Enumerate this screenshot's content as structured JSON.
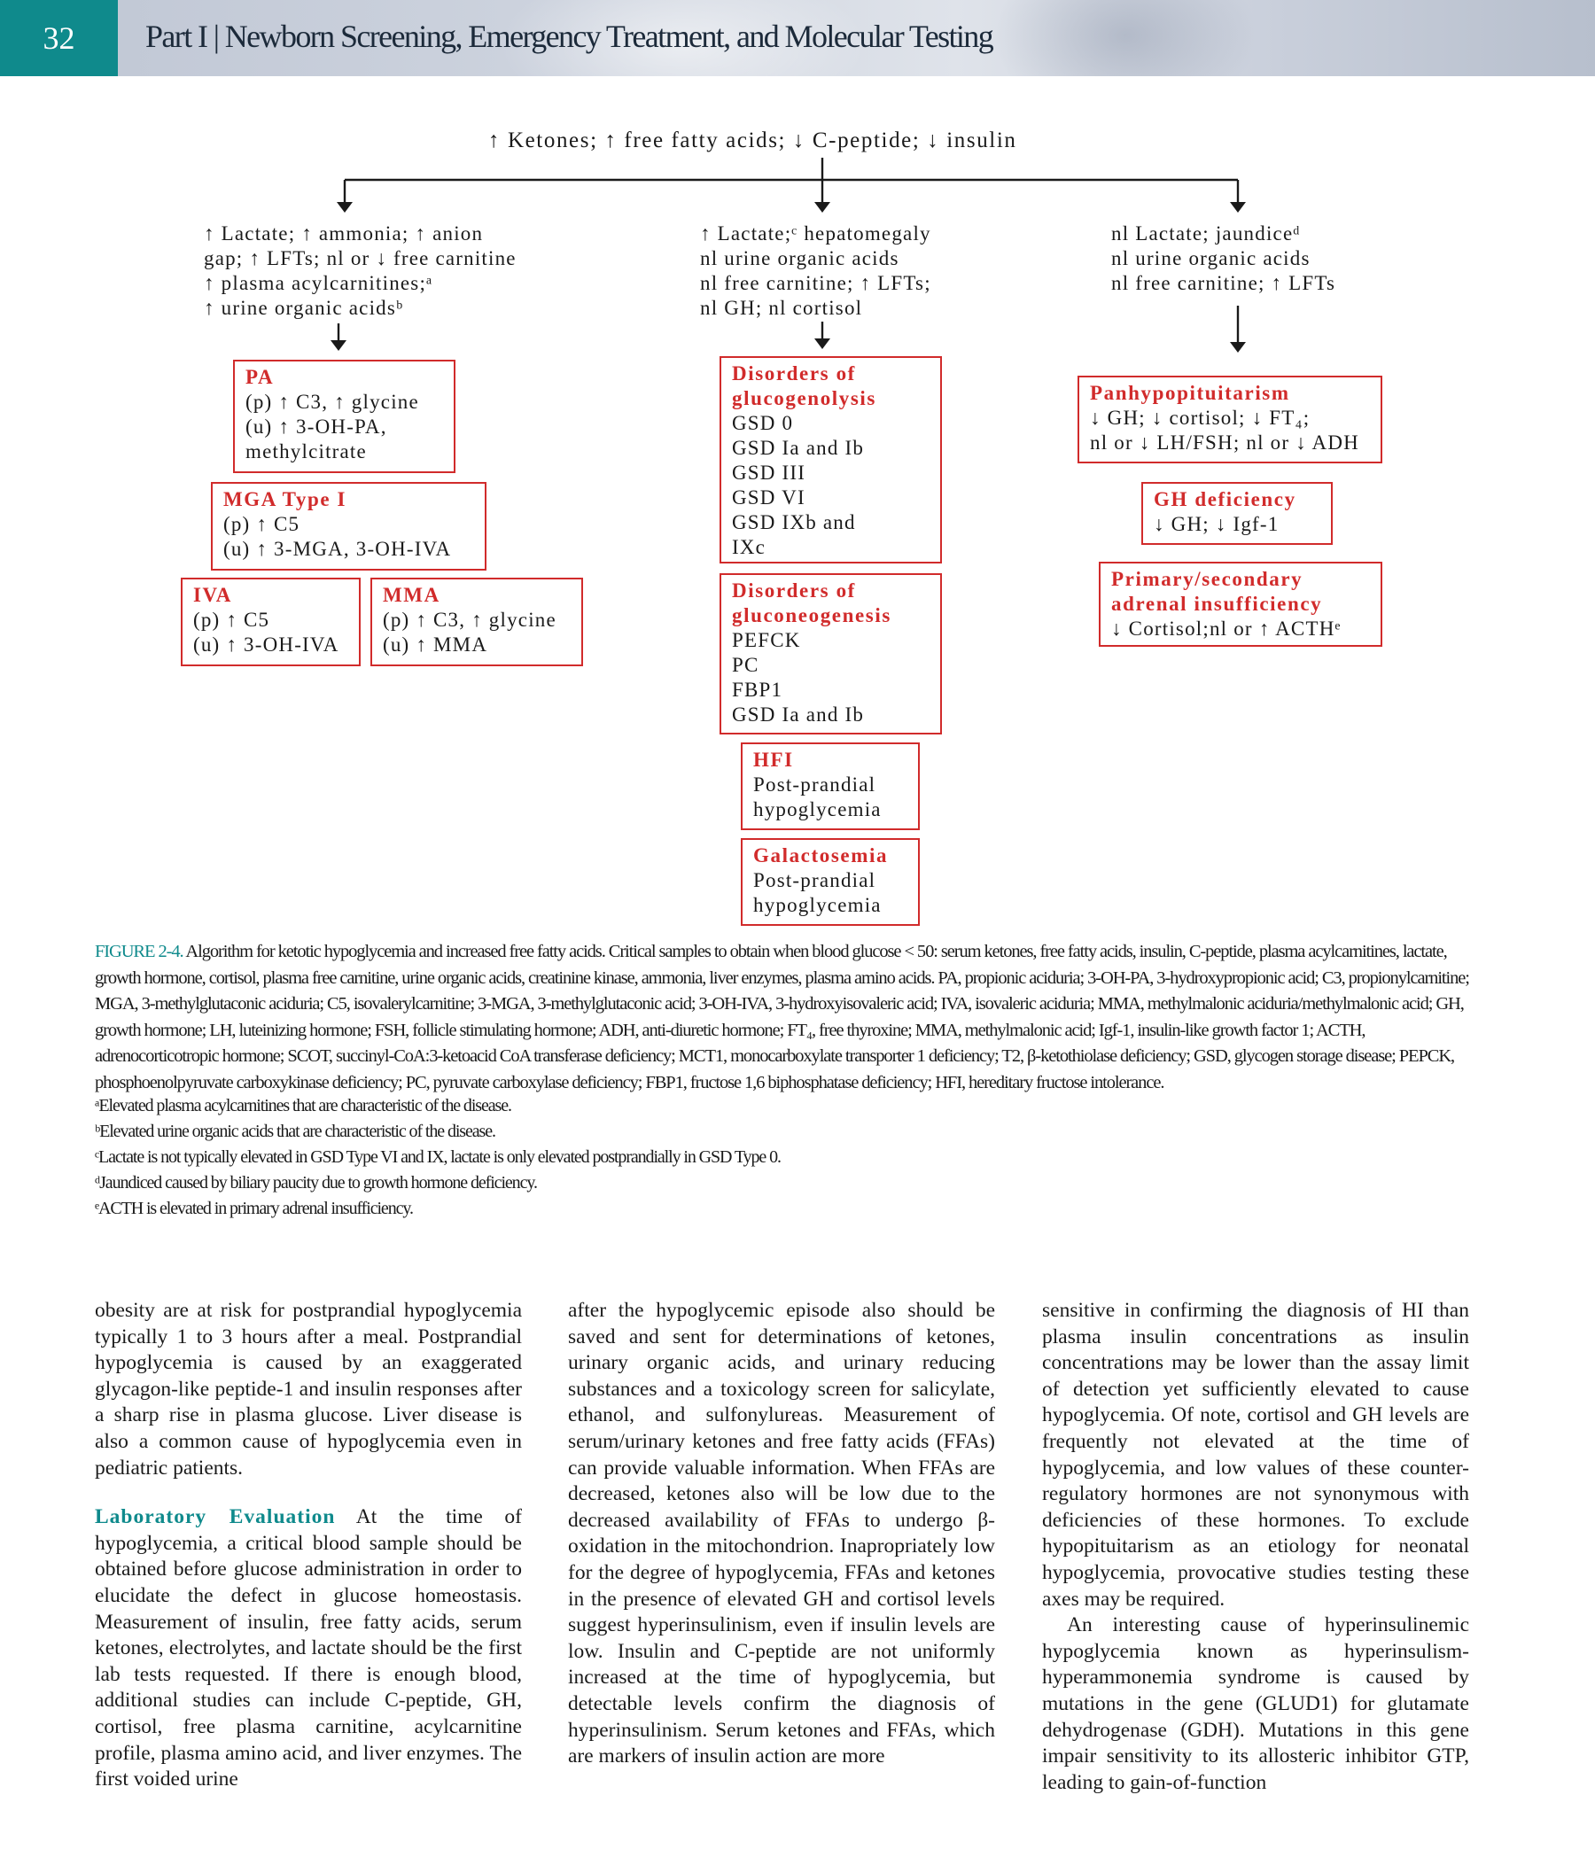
{
  "header": {
    "page_number": "32",
    "running_head": "Part I | Newborn Screening, Emergency Treatment, and Molecular Testing"
  },
  "flowchart": {
    "top": "↑ Ketones; ↑ free fatty acids; ↓ C-peptide; ↓ insulin",
    "branch_left": [
      "↑ Lactate; ↑ ammonia; ↑ anion",
      "gap; ↑ LFTs; nl or ↓ free carnitine",
      "↑ plasma acylcarnitines;ᵃ",
      "↑ urine organic acidsᵇ"
    ],
    "branch_mid": [
      "↑ Lactate;ᶜ hepatomegaly",
      "nl urine organic acids",
      "nl free carnitine; ↑ LFTs;",
      "nl GH; nl cortisol"
    ],
    "branch_right": [
      "nl Lactate; jaundiceᵈ",
      "nl urine organic acids",
      "nl free carnitine; ↑ LFTs"
    ],
    "boxes": {
      "pa": {
        "title": "PA",
        "lines": [
          "(p) ↑ C3, ↑ glycine",
          "(u) ↑ 3-OH-PA,",
          "methylcitrate"
        ]
      },
      "mga": {
        "title": "MGA Type I",
        "lines": [
          "(p) ↑ C5",
          "(u) ↑ 3-MGA, 3-OH-IVA"
        ]
      },
      "iva": {
        "title": "IVA",
        "lines": [
          "(p) ↑ C5",
          "(u) ↑ 3-OH-IVA"
        ]
      },
      "mma": {
        "title": "MMA",
        "lines": [
          "(p) ↑ C3, ↑ glycine",
          "(u) ↑ MMA"
        ]
      },
      "glycogenolysis": {
        "title_lines": [
          "Disorders of",
          "glucogenolysis"
        ],
        "lines": [
          "GSD 0",
          "GSD Ia and Ib",
          "GSD III",
          "GSD VI",
          "GSD IXb and",
          "IXc"
        ]
      },
      "gluconeogenesis": {
        "title_lines": [
          "Disorders of",
          "gluconeogenesis"
        ],
        "lines": [
          "PEFCK",
          "PC",
          "FBP1",
          "GSD Ia and Ib"
        ]
      },
      "hfi": {
        "title": "HFI",
        "lines": [
          "Post-prandial",
          "hypoglycemia"
        ]
      },
      "galactosemia": {
        "title": "Galactosemia",
        "lines": [
          "Post-prandial",
          "hypoglycemia"
        ]
      },
      "panhypo": {
        "title": "Panhypopituitarism",
        "lines": [
          "↓ GH; ↓ cortisol; ↓ FT₄;",
          "nl or ↓ LH/FSH; nl or ↓ ADH"
        ]
      },
      "ghdef": {
        "title": "GH deficiency",
        "lines": [
          "↓ GH; ↓ Igf-1"
        ]
      },
      "adrenal": {
        "title_lines": [
          "Primary/secondary",
          "adrenal insufficiency"
        ],
        "lines": [
          "↓ Cortisol;nl or ↑ ACTHᵉ"
        ]
      }
    }
  },
  "caption": {
    "label": "FIGURE 2-4.",
    "text": "Algorithm for ketotic hypoglycemia and increased free fatty acids. Critical samples to obtain when blood glucose < 50: serum ketones, free fatty acids, insulin, C-peptide, plasma acylcarnitines, lactate, growth hormone, cortisol, plasma free carnitine, urine organic acids, creatinine kinase, ammonia, liver enzymes, plasma amino acids. PA, propionic aciduria; 3-OH-PA, 3-hydroxypropionic acid; C3, propionylcarnitine; MGA, 3-methylglutaconic aciduria; C5, isovalerylcarnitine; 3-MGA, 3-methylglutaconic acid; 3-OH-IVA, 3-hydroxyisovaleric acid; IVA, isovaleric aciduria; MMA, methylmalonic aciduria/methylmalonic acid; GH, growth hormone; LH, luteinizing hormone; FSH, follicle stimulating hormone; ADH, anti-diuretic hormone; FT₄, free thyroxine; MMA, methylmalonic acid; Igf-1, insulin-like growth factor 1; ACTH, adrenocorticotropic hormone; SCOT, succinyl-CoA:3-ketoacid CoA transferase deficiency; MCT1, monocarboxylate transporter 1 deficiency; T2, β-ketothiolase deficiency; GSD, glycogen storage disease; PEPCK, phosphoenolpyruvate carboxykinase deficiency; PC, pyruvate carboxylase deficiency; FBP1, fructose 1,6 biphosphatase deficiency; HFI, hereditary fructose intolerance.",
    "footnotes": [
      "ᵃElevated plasma acylcarnitines that are characteristic of the disease.",
      "ᵇElevated urine organic acids that are characteristic of the disease.",
      "ᶜLactate is not typically elevated in GSD Type VI and IX, lactate is only elevated postprandially in GSD Type 0.",
      "ᵈJaundiced caused by biliary paucity due to growth hormone deficiency.",
      "ᵉACTH is elevated in primary adrenal insufficiency."
    ]
  },
  "body": {
    "col1_p1": "obesity are at risk for postprandial hypoglycemia typically 1 to 3 hours after a meal. Postprandial hypoglycemia is caused by an exaggerated glycagon-like peptide-1 and insulin responses after a sharp rise in plasma glucose. Liver disease is also a common cause of hypoglycemia even in pediatric patients.",
    "col1_heading": "Laboratory Evaluation",
    "col1_p2": "At the time of hypoglycemia, a critical blood sample should be obtained before glucose administration in order to elucidate the defect in glucose homeostasis. Measurement of insulin, free fatty acids, serum ketones, electrolytes, and lactate should be the first lab tests requested. If there is enough blood, additional studies can include C-peptide, GH, cortisol, free plasma carnitine, acylcarnitine profile, plasma amino acid, and liver enzymes. The first voided urine",
    "col2_p1": "after the hypoglycemic episode also should be saved and sent for determinations of ketones, urinary organic acids, and urinary reducing substances and a toxicology screen for salicylate, ethanol, and sulfonylureas. Measurement of serum/urinary ketones and free fatty acids (FFAs) can provide valuable information. When FFAs are decreased, ketones also will be low due to the decreased availability of FFAs to undergo β-oxidation in the mitochondrion. Inapropriately low for the degree of hypoglycemia, FFAs and ketones in the presence of elevated GH and cortisol levels suggest hyperinsulinism, even if insulin levels are low. Insulin and C-peptide are not uniformly increased at the time of hypoglycemia, but detectable levels confirm the diagnosis of hyperinsulinism. Serum ketones and FFAs, which are markers of insulin action are more",
    "col3_p1": "sensitive in confirming the diagnosis of HI than plasma insulin concentrations as insulin concentrations may be lower than the assay limit of detection yet sufficiently elevated to cause hypoglycemia. Of note, cortisol and GH levels are frequently not elevated at the time of hypoglycemia, and low values of these counter-regulatory hormones are not synonymous with deficiencies of these hormones. To exclude hypopituitarism as an etiology for neonatal hypoglycemia, provocative studies testing these axes may be required.",
    "col3_p2": "An interesting cause of hyperinsulinemic hypoglycemia known as hyperinsulism-hyperammonemia syndrome is caused by mutations in the gene (GLUD1) for glutamate dehydrogenase (GDH). Mutations in this gene impair sensitivity to its allosteric inhibitor GTP, leading to gain-of-function"
  }
}
